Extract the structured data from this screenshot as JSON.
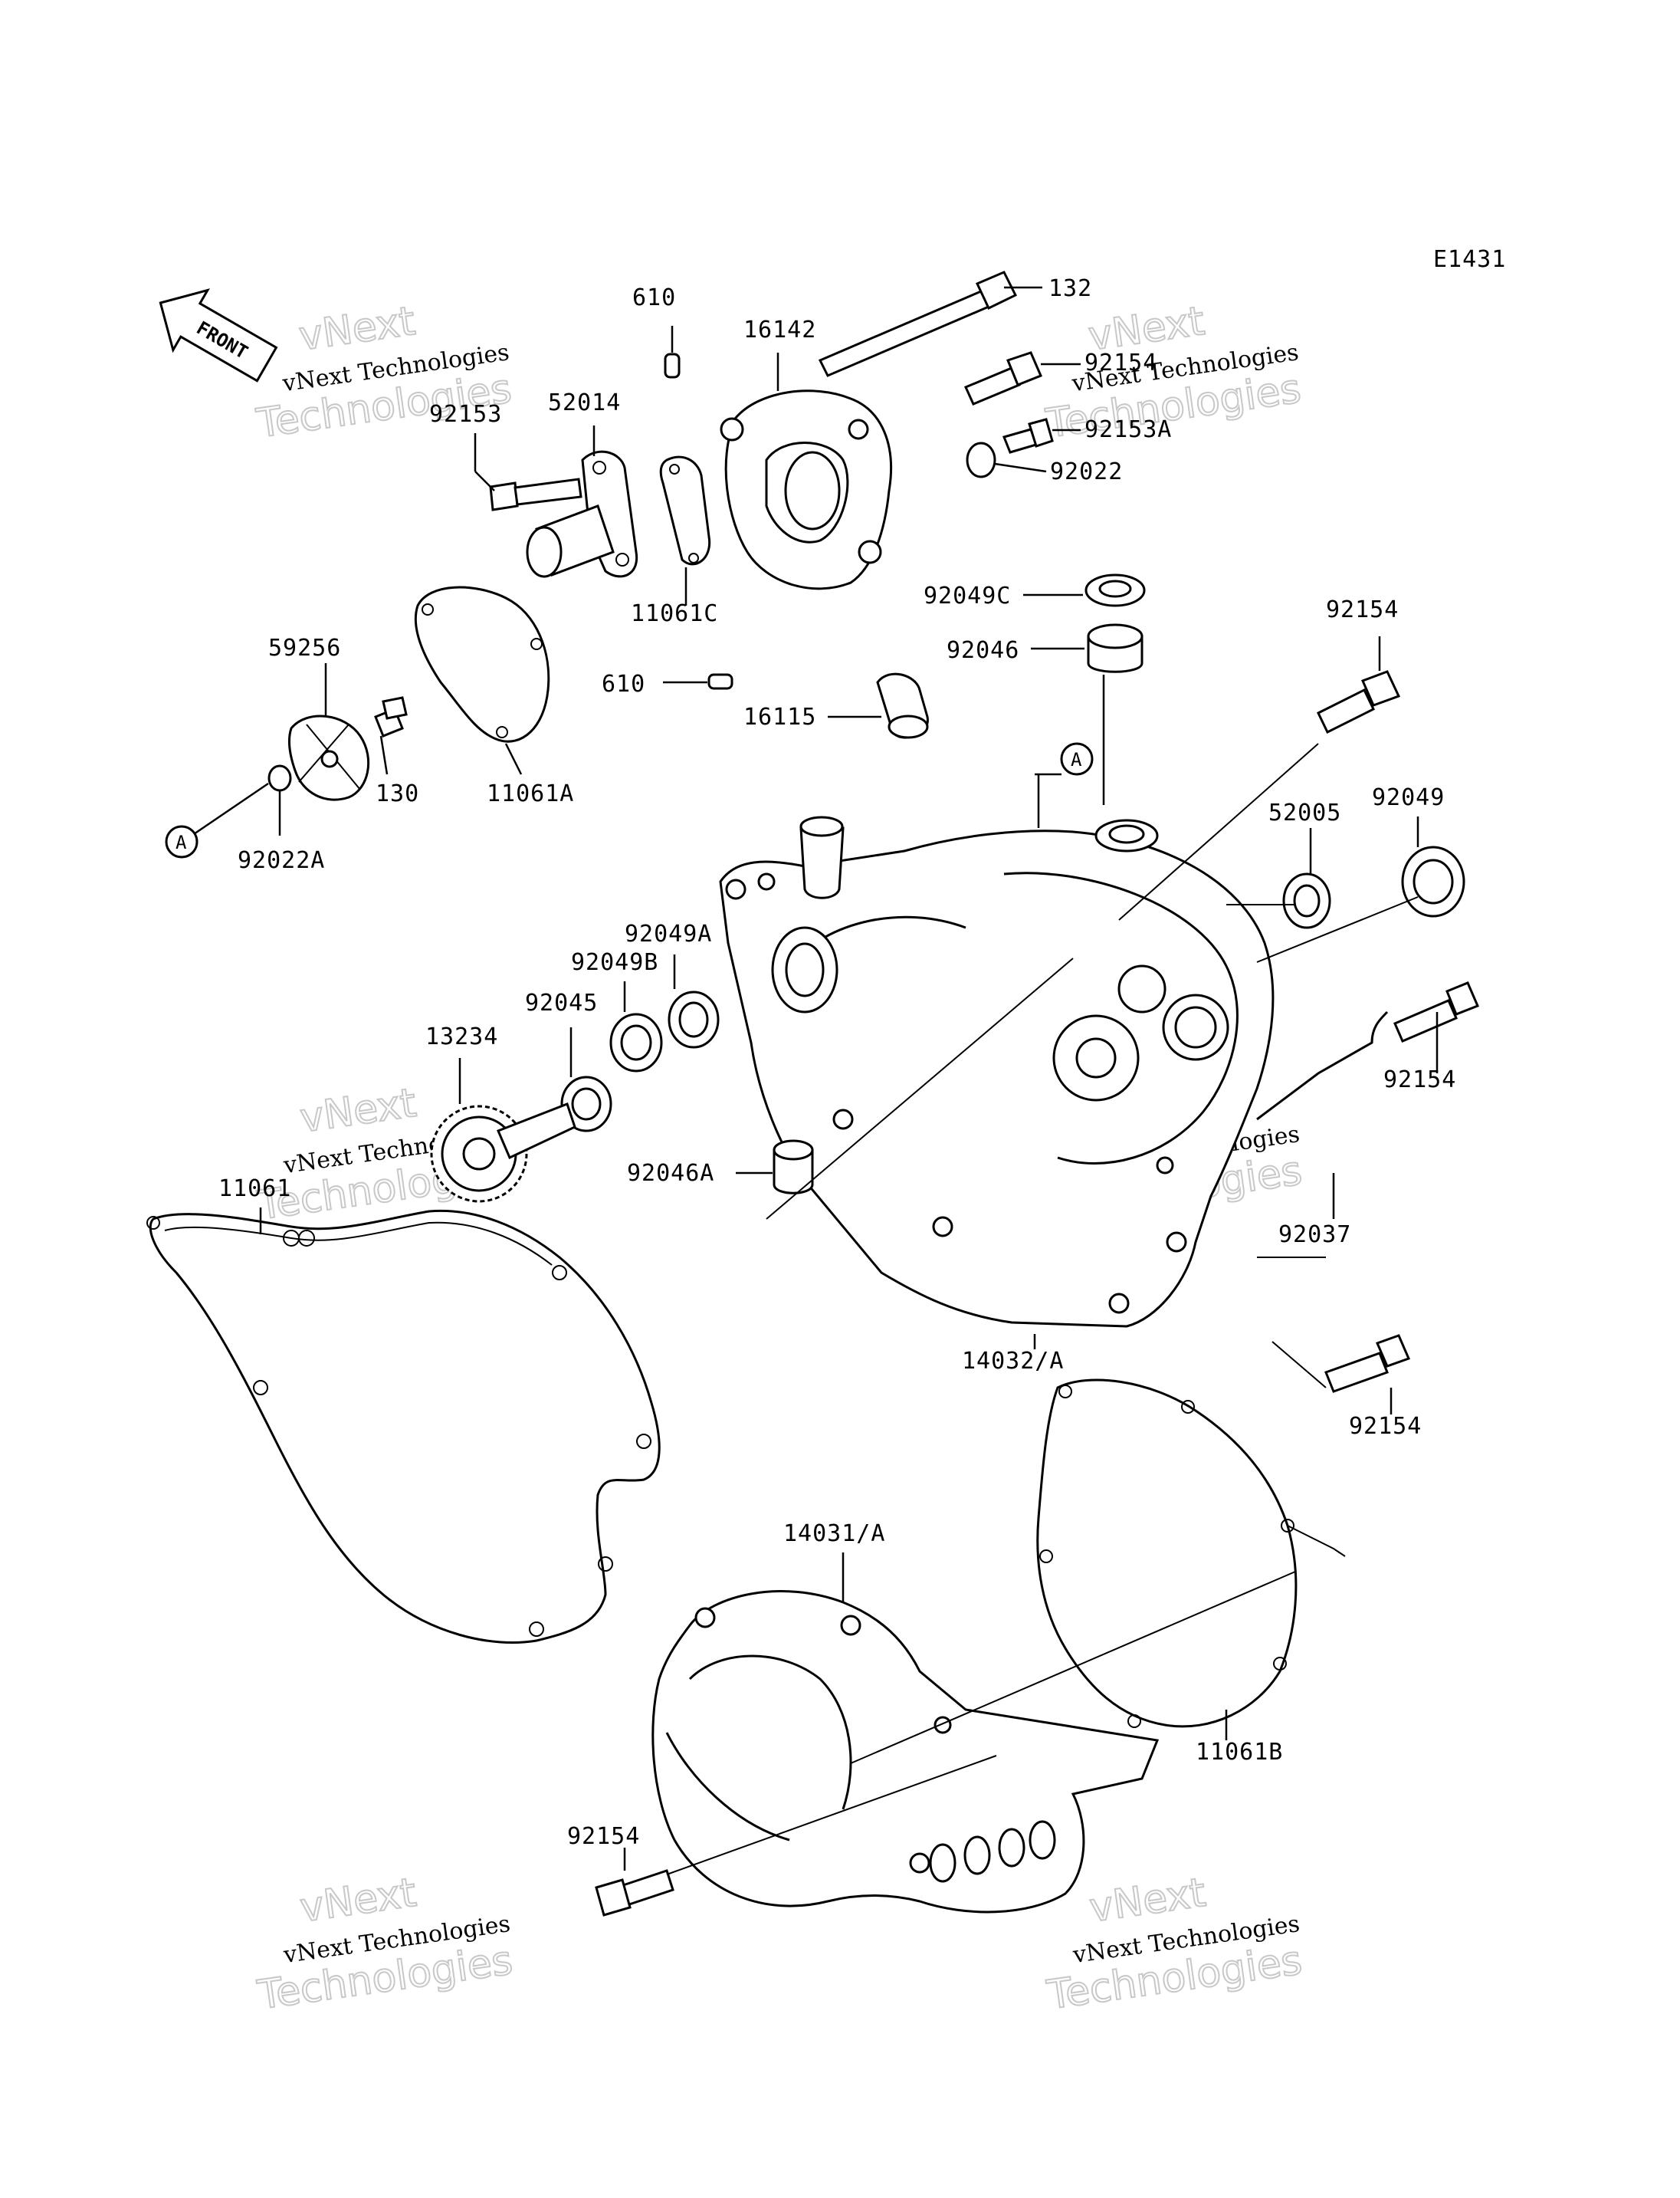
{
  "diagram_code": "E1431",
  "front_label": "FRONT",
  "ref_marker": "A",
  "watermark": {
    "line1": "vNext",
    "line2": "vNext Technologies",
    "line3": "Technologies"
  },
  "parts": {
    "p132": "132",
    "p610_top": "610",
    "p16142": "16142",
    "p92154_top": "92154",
    "p52014": "52014",
    "p92153": "92153",
    "p92153A": "92153A",
    "p92022": "92022",
    "p11061C": "11061C",
    "p610_bottom": "610",
    "p92049C": "92049C",
    "p92046": "92046",
    "p92154_right": "92154",
    "p59256": "59256",
    "p130": "130",
    "p11061A": "11061A",
    "p92022A": "92022A",
    "p16115": "16115",
    "p52005": "52005",
    "p92049": "92049",
    "p92049A": "92049A",
    "p92049B": "92049B",
    "p92045": "92045",
    "p13234": "13234",
    "p92154_mid": "92154",
    "p11061": "11061",
    "p92046A": "92046A",
    "p92037": "92037",
    "p14032A": "14032/A",
    "p92154_lower": "92154",
    "p14031A": "14031/A",
    "p11061B": "11061B",
    "p92154_bottom": "92154"
  }
}
